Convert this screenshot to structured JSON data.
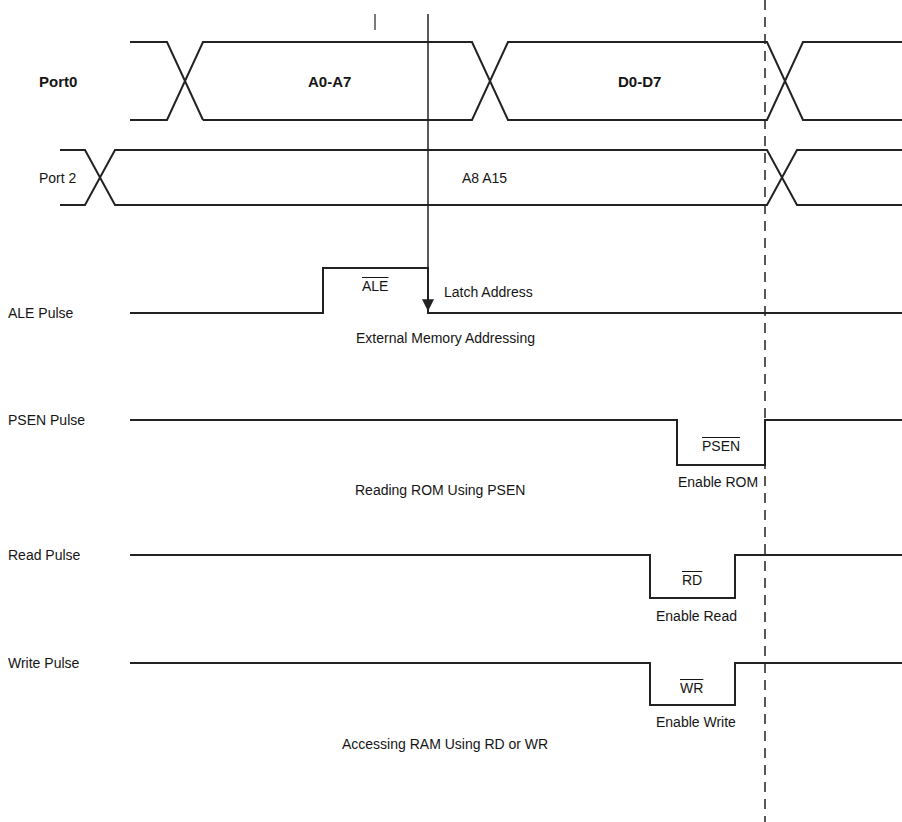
{
  "diagram": {
    "labels": [
      "Port0",
      "A0-A7",
      "D0-D7",
      "Port 2",
      "A8 A15",
      "ALE Pulse",
      "ALE",
      "Latch Address",
      "External Memory Addressing",
      "PSEN Pulse",
      "PSEN",
      "Enable ROM",
      "Reading ROM Using PSEN",
      "Read Pulse",
      "RD",
      "Enable Read",
      "Write Pulse",
      "WR",
      "Enable Write",
      "Accessing RAM Using RD or WR"
    ]
  }
}
